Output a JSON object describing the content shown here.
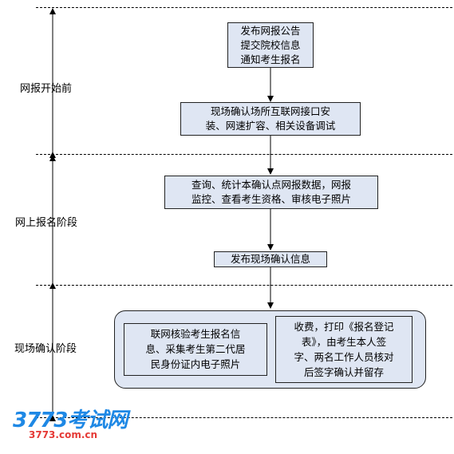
{
  "stages": [
    {
      "id": "before",
      "label": "网报开始前"
    },
    {
      "id": "online",
      "label": "网上报名阶段"
    },
    {
      "id": "onsite",
      "label": "现场确认阶段"
    }
  ],
  "boxes": {
    "b1": {
      "lines": [
        "发布网报公告",
        "提交院校信息",
        "通知考生报名"
      ]
    },
    "b2": {
      "lines": [
        "现场确认场所互联网接口安",
        "装、网速扩容、相关设备调试"
      ]
    },
    "b3": {
      "lines": [
        "查询、统计本确认点网报数据，网报",
        "监控、查看考生资格、审核电子照片"
      ]
    },
    "b4": {
      "lines": [
        "发布现场确认信息"
      ]
    },
    "b5": {
      "lines": [
        "联网核验考生报名信",
        "息、采集考生第二代居",
        "民身份证内电子照片"
      ]
    },
    "b6": {
      "lines": [
        "收费，打印《报名登记",
        "表》，由考生本人签",
        "字、两名工作人员核对",
        "后签字确认并留存"
      ]
    }
  },
  "watermark": {
    "logo": "3773考试网",
    "url": "3773.com.cn"
  }
}
